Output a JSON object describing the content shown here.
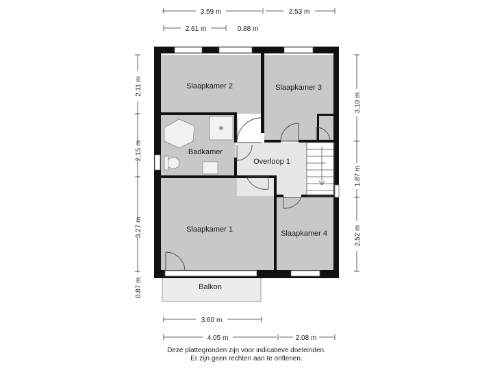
{
  "rooms": {
    "slaapkamer_2": "Slaapkamer 2",
    "slaapkamer_3": "Slaapkamer 3",
    "badkamer": "Badkamer",
    "overloop_1": "Overloop 1",
    "slaapkamer_1": "Slaapkamer 1",
    "slaapkamer_4": "Slaapkamer 4",
    "balkon": "Balkon"
  },
  "dimensions": {
    "top_left": "3.59 m",
    "top_right": "2.53 m",
    "second_left": "2.61 m",
    "second_right": "0.88 m",
    "left_1": "2.11 m",
    "left_2": "2.15 m",
    "left_3": "3.27 m",
    "left_4": "0.87 m",
    "right_1": "3.10 m",
    "right_2": "1.87 m",
    "right_3": "2.52 m",
    "bottom_balkon": "3.60 m",
    "bottom_left": "4.05 m",
    "bottom_right": "2.08 m"
  },
  "disclaimer": {
    "line1": "Deze plattegronden zijn voor indicatieve doeleinden.",
    "line2": "Er zijn geen rechten aan te ontlenen."
  },
  "colors": {
    "wall": "#111111",
    "room_fill": "#c8c8c8",
    "hall_fill": "#e6e6e6",
    "balcony_fill": "#ececec",
    "fixture": "#f2f2f2"
  }
}
